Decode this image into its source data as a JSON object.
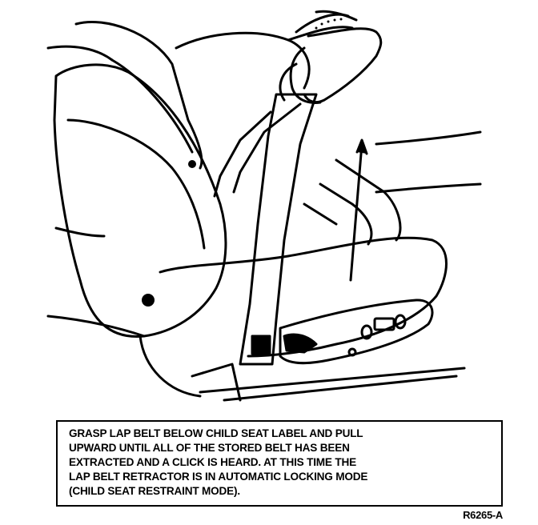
{
  "caption": {
    "lines": [
      "GRASP LAP BELT BELOW CHILD SEAT LABEL AND PULL",
      "UPWARD UNTIL ALL OF THE STORED BELT HAS BEEN",
      "EXTRACTED AND A CLICK IS HEARD. AT THIS TIME THE",
      "LAP BELT RETRACTOR IS IN AUTOMATIC LOCKING MODE",
      "(CHILD SEAT RESTRAINT MODE)."
    ]
  },
  "figure_code": "R6265-A",
  "colors": {
    "ink": "#000000",
    "paper": "#ffffff"
  }
}
